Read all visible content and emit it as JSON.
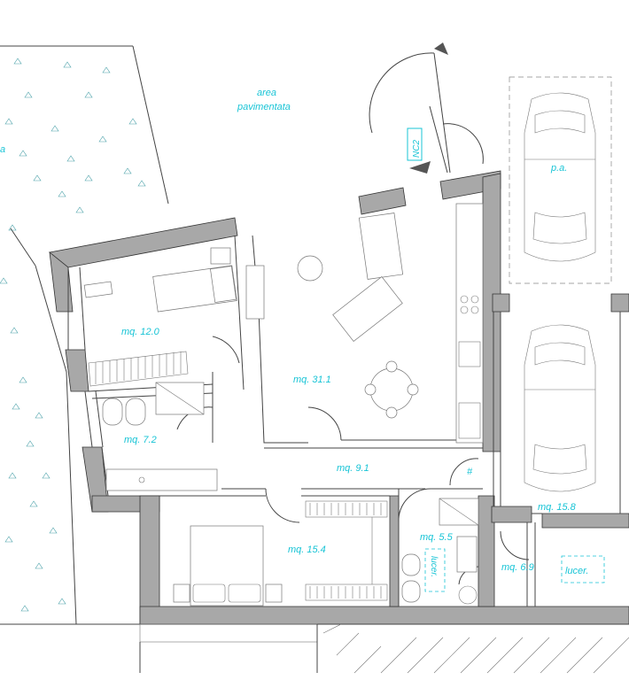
{
  "labels": {
    "area_line1": "area",
    "area_line2": "pavimentata",
    "nc2": "NC2",
    "garden_a": "a",
    "room_bedroom_small": "mq. 12.0",
    "room_living": "mq. 31.1",
    "room_bath": "mq. 7.2",
    "room_corridor": "mq. 9.1",
    "room_bedroom_main": "mq. 15.4",
    "room_bath_small": "mq. 5.5",
    "room_garage": "mq. 15.8",
    "room_utility": "mq. 6.9",
    "lucer_1": "lucer.",
    "lucer_2": "lucer.",
    "parking": "p.a.",
    "hash": "#"
  },
  "colors": {
    "label": "#19c4d6",
    "wall_fill": "#a8a8a8",
    "line": "#444444"
  }
}
